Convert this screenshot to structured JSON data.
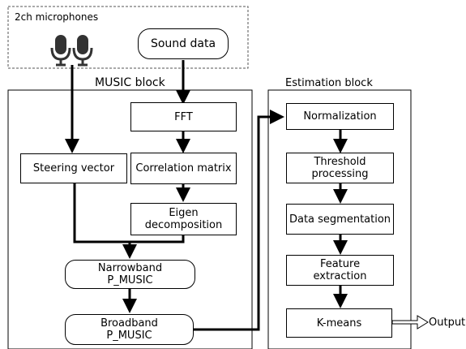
{
  "mic_group": {
    "label": "2ch microphones",
    "icon": "microphone-icon"
  },
  "blocks": {
    "music": "MUSIC block",
    "estimation": "Estimation block"
  },
  "nodes": {
    "sound_data": "Sound data",
    "fft": "FFT",
    "correlation": "Correlation matrix",
    "steering": "Steering vector",
    "eigen": "Eigen decomposition",
    "narrowband": "Narrowband P_MUSIC",
    "broadband": "Broadband P_MUSIC",
    "normalization": "Normalization",
    "threshold": "Threshold processing",
    "segmentation": "Data segmentation",
    "feature": "Feature extraction",
    "kmeans": "K-means",
    "output": "Output"
  }
}
